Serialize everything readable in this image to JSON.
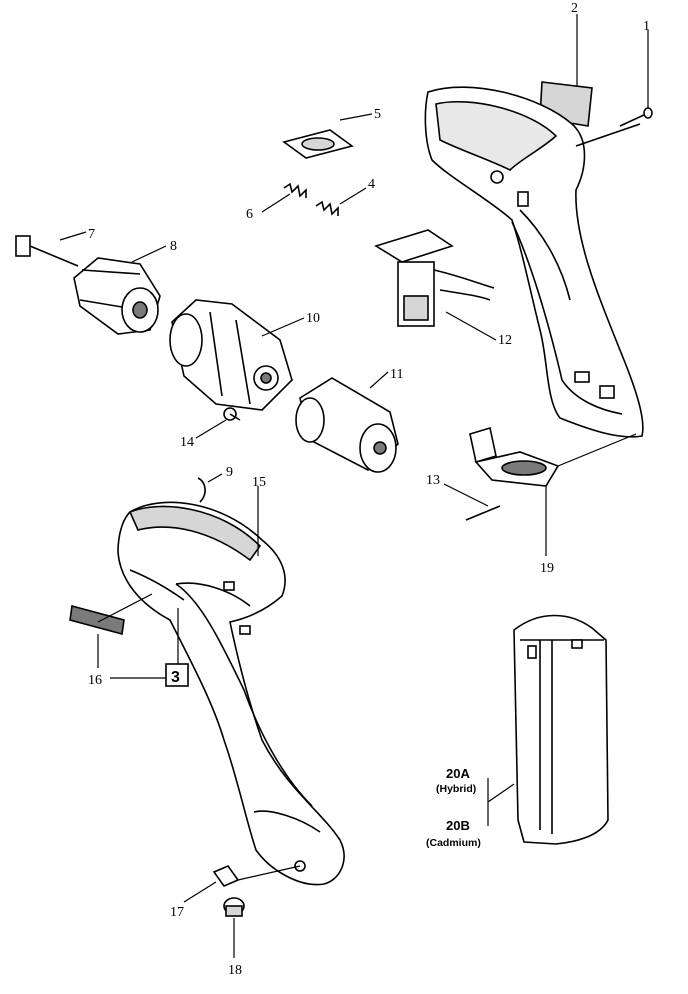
{
  "labels": {
    "p1": "1",
    "p2": "2",
    "p3": "3",
    "p4": "4",
    "p5": "5",
    "p6": "6",
    "p7": "7",
    "p8": "8",
    "p9": "9",
    "p10": "10",
    "p11": "11",
    "p12": "12",
    "p13": "13",
    "p14": "14",
    "p15": "15",
    "p16": "16",
    "p17": "17",
    "p18": "18",
    "p19": "19",
    "p20a": "20A",
    "p20a_sub": "(Hybrid)",
    "p20b": "20B",
    "p20b_sub": "(Cadmium)"
  },
  "colors": {
    "ink": "#000000",
    "paper": "#ffffff",
    "shade": "#d6d6d6",
    "dark": "#7a7a7a"
  }
}
